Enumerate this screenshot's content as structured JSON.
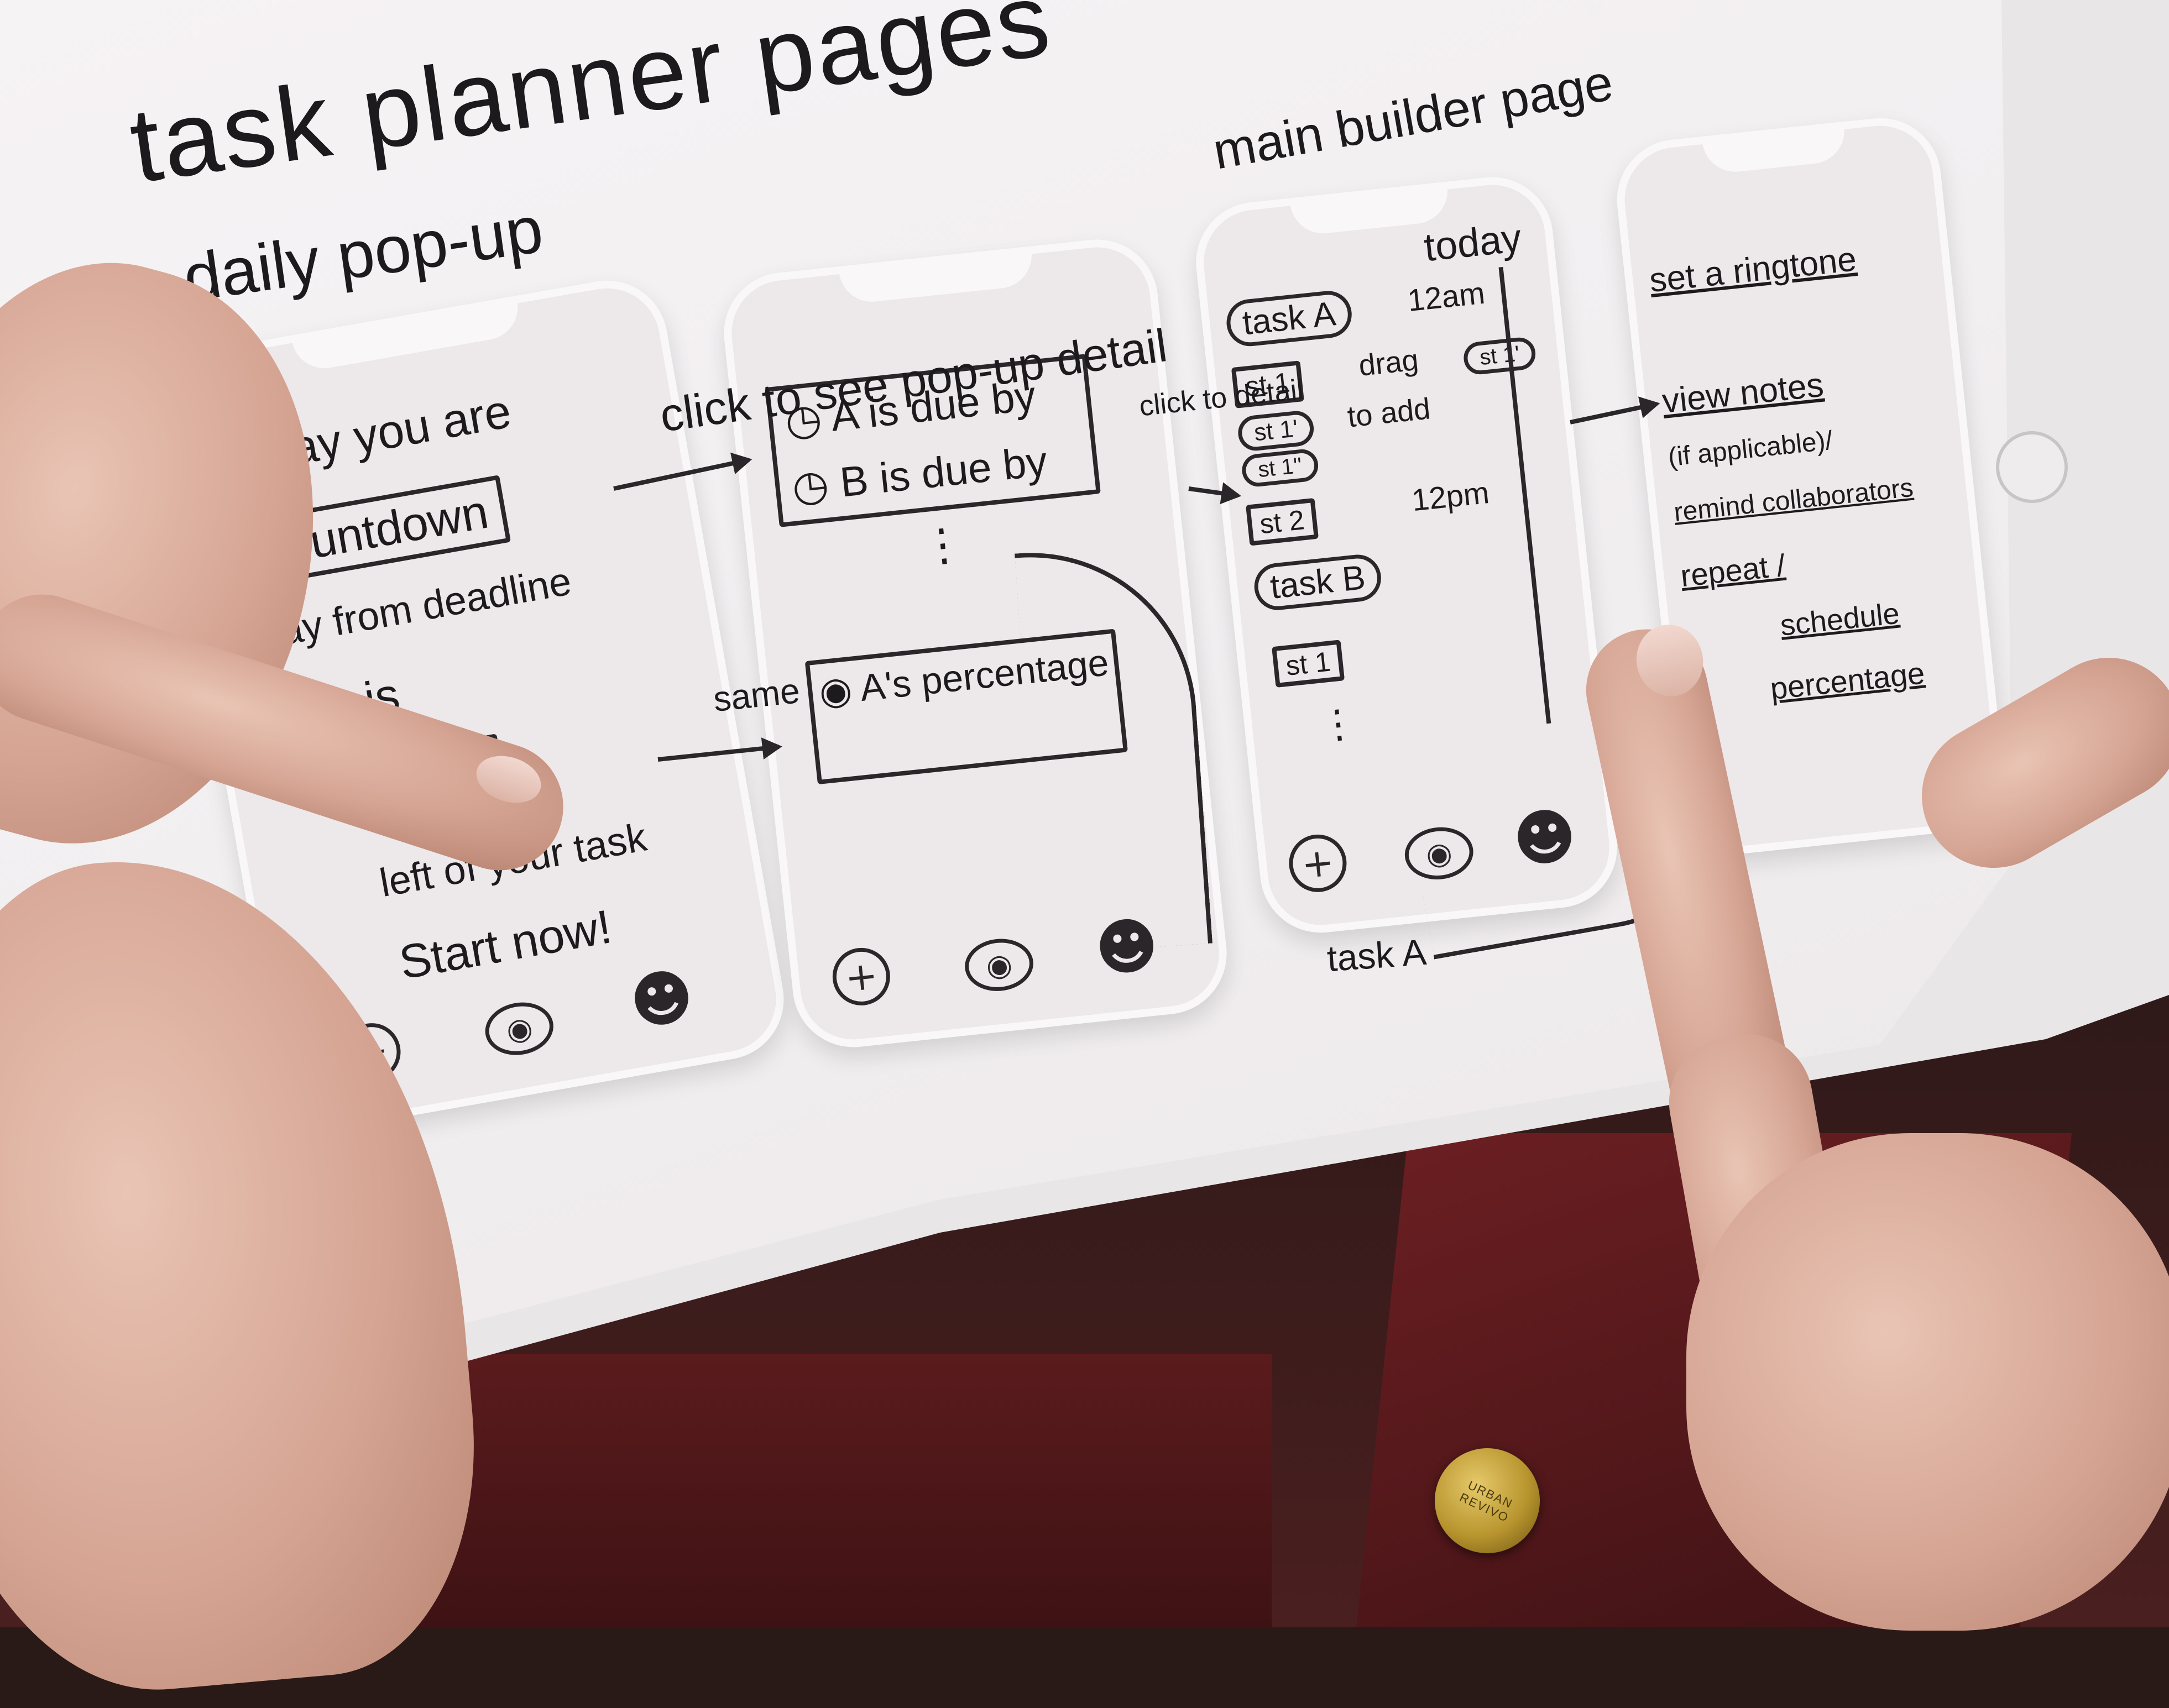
{
  "sketch": {
    "title": "task planner pages",
    "section_daily": "daily pop-up",
    "section_main": "main builder page",
    "phone1": {
      "line1": "Today you are",
      "box_countdown": "countdown",
      "line2": "away from deadline",
      "line3": "re is",
      "box_percent": "rcent",
      "line4": "left of your task",
      "line5": "Start now!"
    },
    "arrow_click_label": "click to see pop-up detail",
    "arrow_same_label": "same",
    "phone2": {
      "item_a": "A is due by",
      "item_b": "B is due by",
      "dots": "⋮",
      "item_pct": "A's percentage"
    },
    "phone3": {
      "header": "today",
      "time_top": "12am",
      "time_mid": "12pm",
      "task_a": "task A",
      "st1": "st 1",
      "st1p": "st 1'",
      "st1pp": "st 1''",
      "st2": "st 2",
      "task_b": "task B",
      "st1b": "st 1",
      "dots": "⋮",
      "drag_label": "drag",
      "to_add_label": "to add",
      "click_detail_label": "click to detail",
      "st1_dragged": "st 1'"
    },
    "task_a_caption": "task A",
    "phone4": {
      "opt1": "set a ringtone",
      "opt2": "view notes",
      "opt3": "(if applicable)/",
      "opt4": "remind collaborators",
      "opt5": "repeat /",
      "opt6": "schedule",
      "opt7": "percentage"
    },
    "nav_icons": [
      "plus-icon",
      "people-icon",
      "person-icon"
    ]
  },
  "bag_badge": "URBAN REVIVO"
}
